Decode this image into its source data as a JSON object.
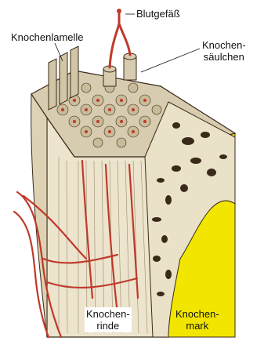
{
  "labels": {
    "blood_vessel": "Blutgefäß",
    "lamella": "Knochenlamelle",
    "osteon_line1": "Knochen-",
    "osteon_line2": "säulchen",
    "cortex_line1": "Knochen-",
    "cortex_line2": "rinde",
    "marrow_line1": "Knochen-",
    "marrow_line2": "mark"
  },
  "colors": {
    "marrow": "#f2e600",
    "vessel": "#c0392b",
    "bone": "#e8dfc6",
    "outline": "#3a2a1a"
  }
}
